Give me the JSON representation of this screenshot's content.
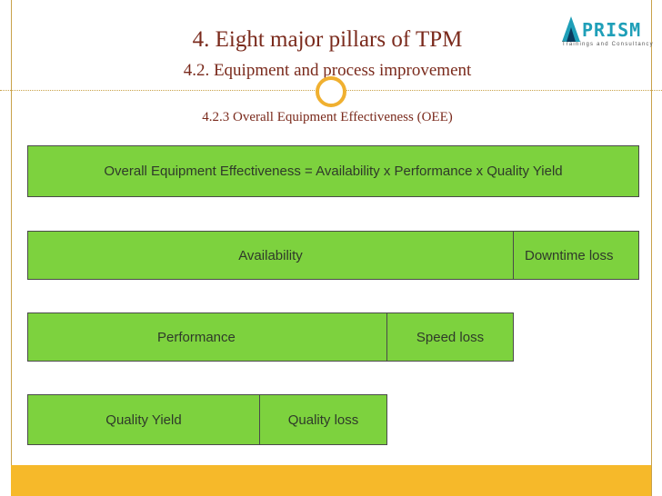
{
  "slide": {
    "title": "4. Eight major pillars of TPM",
    "subtitle": "4.2. Equipment and process improvement",
    "section": "4.2.3 Overall Equipment Effectiveness (OEE)"
  },
  "logo": {
    "name": "PRISM",
    "tagline": "Trainings and Consultancy"
  },
  "diagram": {
    "formula": "Overall Equipment Effectiveness = Availability x Performance x Quality Yield",
    "availability": "Availability",
    "downtime_loss": "Downtime loss",
    "performance": "Performance",
    "speed_loss": "Speed loss",
    "quality_yield": "Quality Yield",
    "quality_loss": "Quality loss"
  },
  "colors": {
    "box_fill": "#7dd23e",
    "title_text": "#7a2a1c",
    "accent": "#f6b92a"
  }
}
